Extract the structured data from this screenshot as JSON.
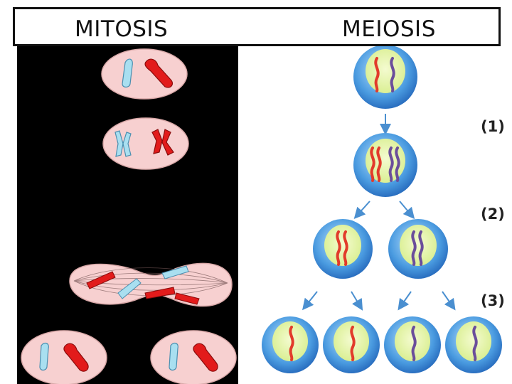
{
  "header": {
    "left_title": "MITOSIS",
    "right_title": "MEIOSIS"
  },
  "meiosis": {
    "step_labels": [
      "(1)",
      "(2)",
      "(3)"
    ]
  },
  "colors": {
    "mitosis_panel": "#000000",
    "mitosis_cell": "#f7d0d0",
    "chromosome_red": "#e21b1b",
    "chromosome_blue": "#a9dff0",
    "meiosis_cell_outer": "#3a8fd8",
    "meiosis_nucleus": "#e4f4a8",
    "chromosome_purple": "#6b4e9b"
  }
}
